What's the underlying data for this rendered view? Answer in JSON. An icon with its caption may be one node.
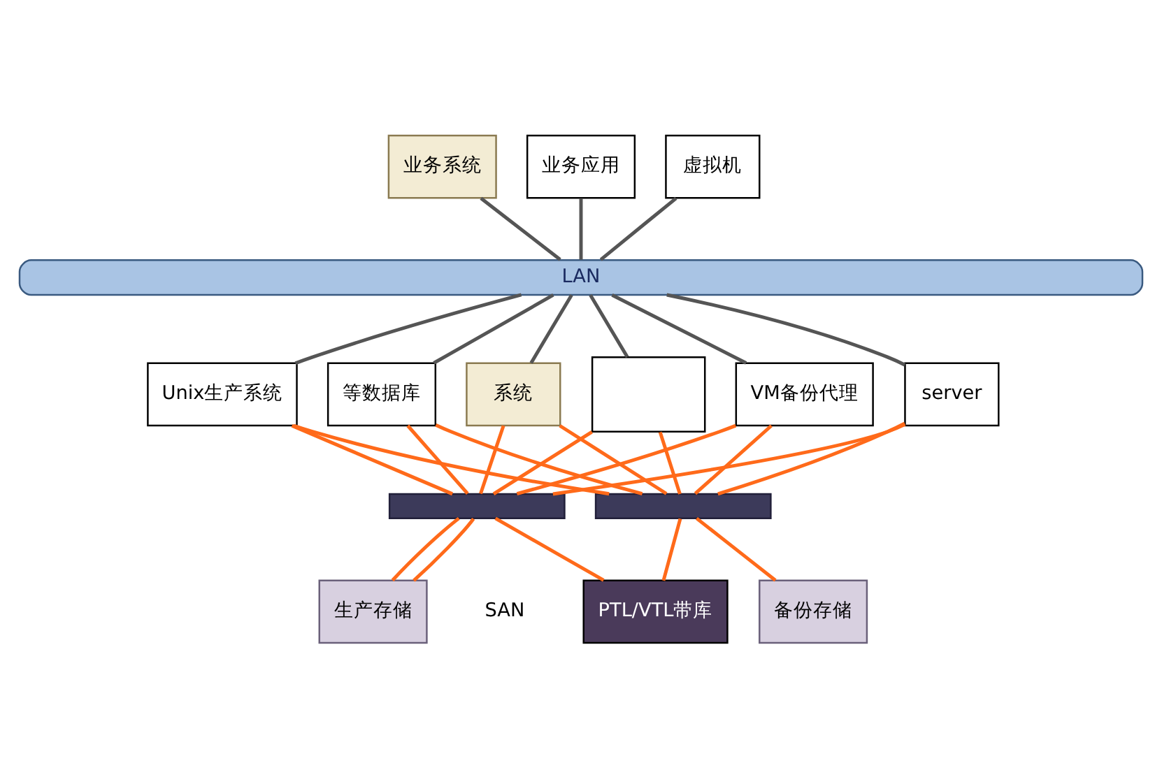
{
  "diagram": {
    "nodes": [
      {
        "text": [
          "业务系统"
        ]
      },
      {
        "text": [
          "业务应用"
        ]
      },
      {
        "text": [
          "虚拟机"
        ]
      },
      {
        "text": [
          "LAN"
        ]
      },
      {
        "text": [
          "Unix生产系统"
        ]
      },
      {
        "text": [
          "等数据库"
        ]
      },
      {
        "text": [
          "系统"
        ]
      },
      {
        "text": [],
        "shape": "box"
      },
      {
        "text": [
          "VM备份代理"
        ]
      },
      {
        "text": [
          "server"
        ]
      },
      {
        "text": [],
        "shape": "bar"
      },
      {
        "text": [],
        "shape": "bar"
      },
      {
        "text": [
          "生产存储"
        ]
      },
      {
        "text": [
          "备份存储"
        ]
      },
      {
        "text": [
          "PTL/VTL带库"
        ]
      }
    ],
    "edges": [
      {
        "from": 0,
        "to": 3,
        "arrow": "none",
        "color": "#555555"
      },
      {
        "from": 1,
        "to": 3,
        "arrow": "none",
        "color": "#555555"
      },
      {
        "from": 2,
        "to": 3,
        "arrow": "none",
        "color": "#555555"
      },
      {
        "from": 3,
        "to": 4,
        "arrow": "none",
        "color": "#555555"
      },
      {
        "from": 3,
        "to": 5,
        "arrow": "none",
        "color": "#555555"
      },
      {
        "from": 3,
        "to": 6,
        "arrow": "none",
        "color": "#555555"
      },
      {
        "from": 3,
        "to": 7,
        "arrow": "none",
        "color": "#555555"
      },
      {
        "from": 3,
        "to": 8,
        "arrow": "none",
        "color": "#555555"
      },
      {
        "from": 3,
        "to": 9,
        "arrow": "none",
        "color": "#555555"
      },
      {
        "from": 4,
        "to": 10,
        "arrow": "none"
      },
      {
        "from": 4,
        "to": 11,
        "arrow": "none"
      },
      {
        "from": 5,
        "to": 10,
        "arrow": "none"
      },
      {
        "from": 5,
        "to": 11,
        "arrow": "none"
      },
      {
        "from": 6,
        "to": 10,
        "arrow": "none"
      },
      {
        "from": 6,
        "to": 11,
        "arrow": "none"
      },
      {
        "from": 7,
        "to": 10,
        "arrow": "none"
      },
      {
        "from": 7,
        "to": 11,
        "arrow": "none"
      },
      {
        "from": 8,
        "to": 10,
        "arrow": "none"
      },
      {
        "from": 8,
        "to": 11,
        "arrow": "none"
      },
      {
        "from": 9,
        "to": 10,
        "arrow": "none"
      },
      {
        "from": 9,
        "to": 11,
        "arrow": "none"
      },
      {
        "from": 10,
        "to": 12,
        "arrow": "none"
      },
      {
        "from": 10,
        "to": 12,
        "arrow": "none"
      },
      {
        "from": 10,
        "to": 14,
        "arrow": "none"
      },
      {
        "from": 11,
        "to": 13,
        "arrow": "none"
      },
      {
        "from": 11,
        "to": 14,
        "arrow": "none"
      }
    ],
    "labels": [
      "SAN"
    ]
  }
}
